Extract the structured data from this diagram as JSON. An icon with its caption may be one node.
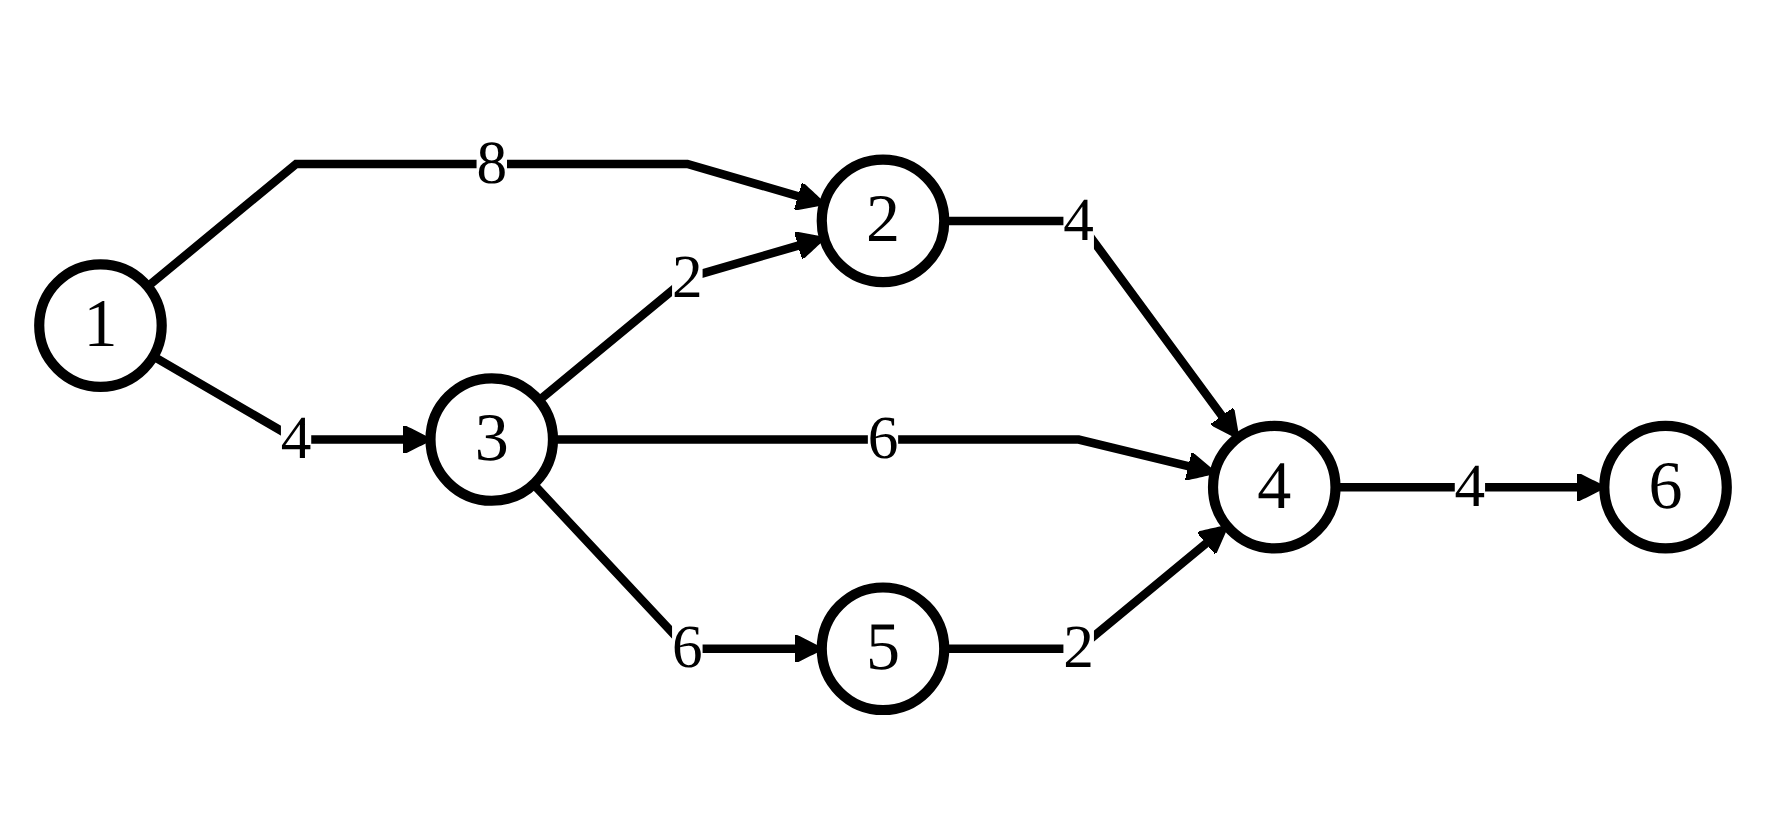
{
  "diagram": {
    "nodes": [
      {
        "text": [
          "1"
        ]
      },
      {
        "text": [
          "2"
        ]
      },
      {
        "text": [
          "3"
        ]
      },
      {
        "text": [
          "4"
        ]
      },
      {
        "text": [
          "5"
        ]
      },
      {
        "text": [
          "6"
        ]
      }
    ],
    "edges": [
      {
        "from": 0,
        "to": 1,
        "arrow": "to",
        "label": "8"
      },
      {
        "from": 0,
        "to": 2,
        "arrow": "to",
        "label": "4"
      },
      {
        "from": 1,
        "to": 3,
        "arrow": "to",
        "label": "4"
      },
      {
        "from": 2,
        "to": 1,
        "arrow": "to",
        "label": "2"
      },
      {
        "from": 2,
        "to": 3,
        "arrow": "to",
        "label": "6"
      },
      {
        "from": 2,
        "to": 4,
        "arrow": "to",
        "label": "6"
      },
      {
        "from": 4,
        "to": 3,
        "arrow": "to",
        "label": "2"
      },
      {
        "from": 3,
        "to": 5,
        "arrow": "to",
        "label": "4"
      }
    ]
  }
}
